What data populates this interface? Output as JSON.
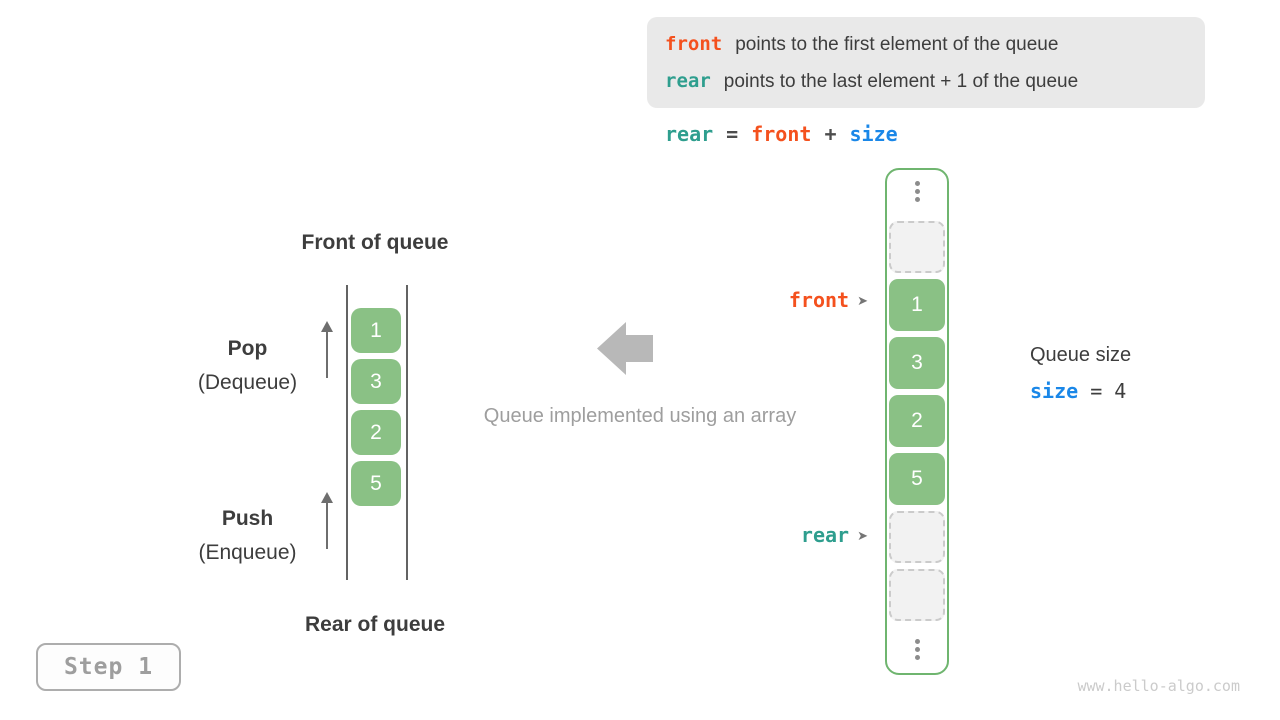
{
  "legend": {
    "lines": [
      {
        "keyword": "front",
        "text": "points to the first element of the queue"
      },
      {
        "keyword": "rear",
        "text": "points to the last element + 1 of the queue"
      }
    ]
  },
  "formula": {
    "tokens": [
      {
        "text": "rear",
        "role": "teal"
      },
      {
        "text": "=",
        "role": "op"
      },
      {
        "text": "front",
        "role": "orange"
      },
      {
        "text": "+",
        "role": "op"
      },
      {
        "text": "size",
        "role": "blue"
      }
    ]
  },
  "queue_diagram": {
    "front_label": "Front of queue",
    "rear_label": "Rear of queue",
    "pop": {
      "title": "Pop",
      "subtitle": "(Dequeue)"
    },
    "push": {
      "title": "Push",
      "subtitle": "(Enqueue)"
    },
    "values": [
      "1",
      "3",
      "2",
      "5"
    ]
  },
  "middle": {
    "caption": "Queue implemented using an array"
  },
  "array_diagram": {
    "cells": [
      {
        "type": "empty"
      },
      {
        "type": "value",
        "value": "1"
      },
      {
        "type": "value",
        "value": "3"
      },
      {
        "type": "value",
        "value": "2"
      },
      {
        "type": "value",
        "value": "5"
      },
      {
        "type": "empty"
      },
      {
        "type": "empty"
      }
    ],
    "front_pointer": "front",
    "rear_pointer": "rear",
    "pointer_arrow": "➤"
  },
  "size_info": {
    "title": "Queue size",
    "variable": "size",
    "equation_rest": " = 4"
  },
  "step_badge": "Step 1",
  "watermark": "www.hello-algo.com",
  "colors": {
    "front_orange": "#f4511e",
    "rear_teal": "#2e9e8e",
    "size_blue": "#1a87e8",
    "cell_green": "#8ac185",
    "array_border_green": "#6fb56f",
    "legend_bg": "#e9e9e9",
    "muted_gray": "#9e9e9e"
  }
}
